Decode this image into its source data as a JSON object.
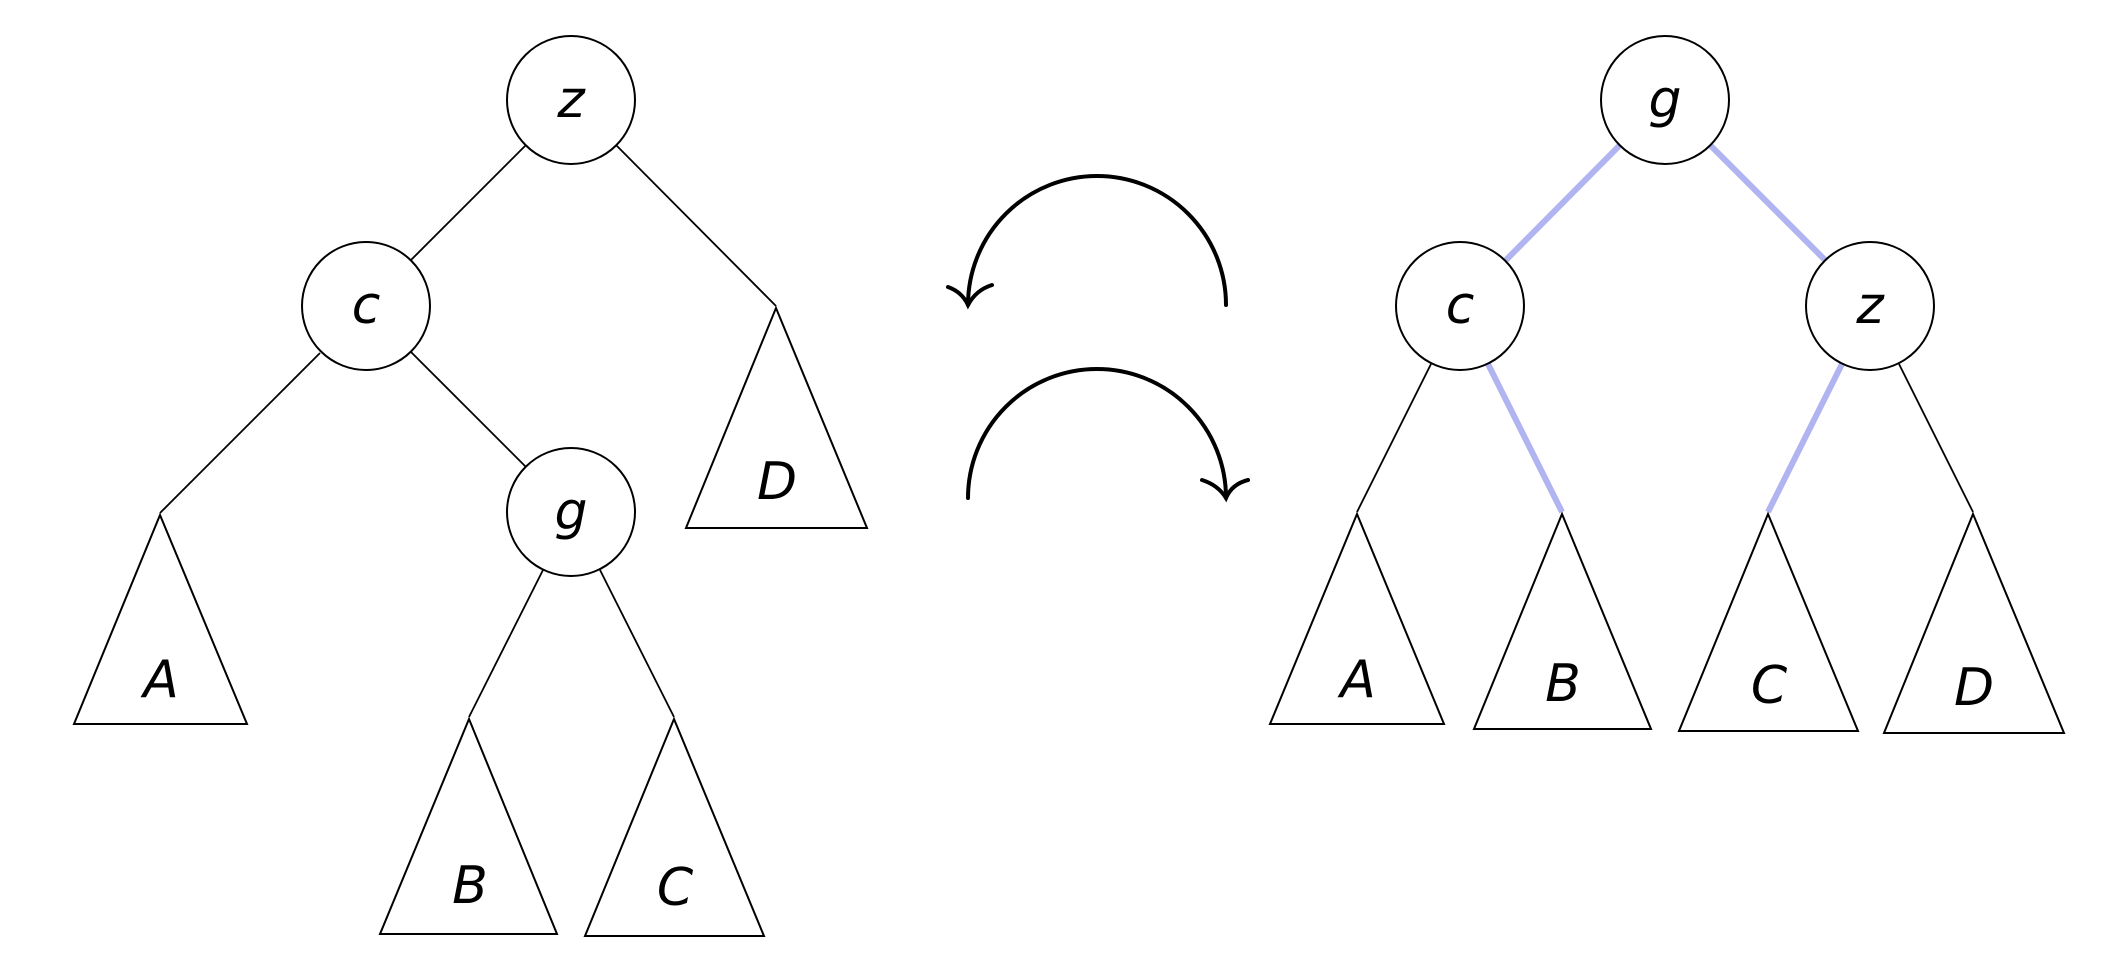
{
  "colors": {
    "line": "#000000",
    "highlight": "#b0b4f0",
    "background": "#ffffff"
  },
  "before_tree": {
    "nodes": {
      "root": "z",
      "left_child": "c",
      "grandchild": "g"
    },
    "subtrees": {
      "a": "A",
      "b": "B",
      "c": "C",
      "d": "D"
    }
  },
  "after_tree": {
    "nodes": {
      "root": "g",
      "left_child": "c",
      "right_child": "z"
    },
    "subtrees": {
      "a": "A",
      "b": "B",
      "c": "C",
      "d": "D"
    }
  },
  "arrows": [
    {
      "direction": "right-to-left",
      "icon": "curved-arrow-left"
    },
    {
      "direction": "left-to-right",
      "icon": "curved-arrow-right"
    }
  ]
}
